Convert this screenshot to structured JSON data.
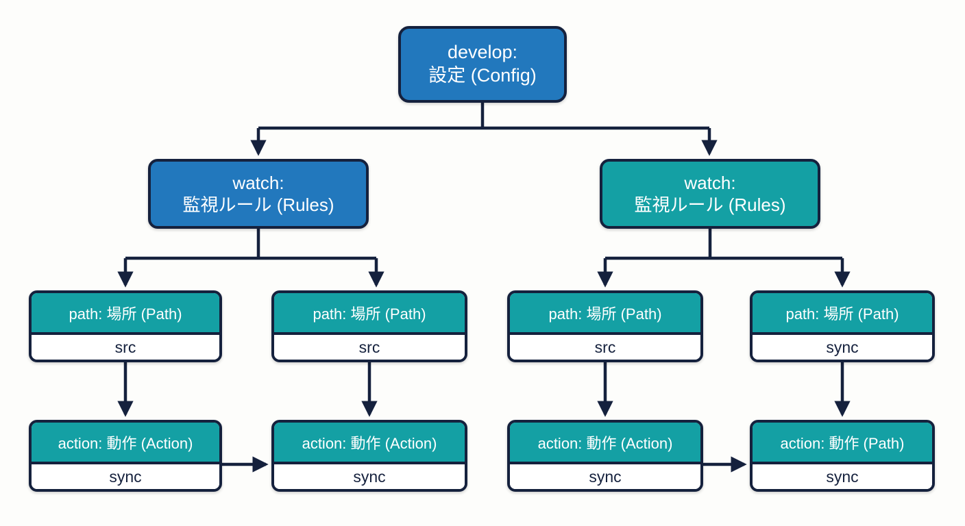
{
  "diagram": {
    "background_color": "#fdfdfb",
    "border_color": "#15213d",
    "colors": {
      "blue": "#2278bd",
      "teal": "#14a0a4",
      "white": "#ffffff",
      "text_dark": "#15213d"
    },
    "root": {
      "line1": "develop:",
      "line2": "設定 (Config)",
      "fill": "#2278bd"
    },
    "watch": [
      {
        "line1": "watch:",
        "line2": "監視ルール (Rules)",
        "fill": "#2278bd"
      },
      {
        "line1": "watch:",
        "line2": "監視ルール (Rules)",
        "fill": "#14a0a4"
      }
    ],
    "paths": [
      {
        "header": "path: 場所 (Path)",
        "body": "src"
      },
      {
        "header": "path: 場所 (Path)",
        "body": "src"
      },
      {
        "header": "path: 場所 (Path)",
        "body": "src"
      },
      {
        "header": "path: 場所 (Path)",
        "body": "sync"
      }
    ],
    "actions": [
      {
        "header": "action: 動作 (Action)",
        "body": "sync"
      },
      {
        "header": "action: 動作 (Action)",
        "body": "sync"
      },
      {
        "header": "action: 動作 (Action)",
        "body": "sync"
      },
      {
        "header": "action: 動作 (Path)",
        "body": "sync"
      }
    ]
  }
}
